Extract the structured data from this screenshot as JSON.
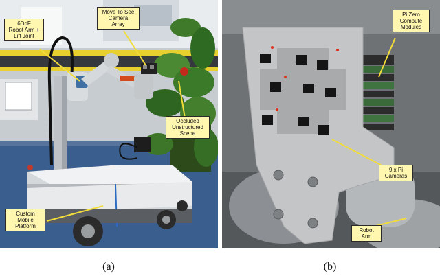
{
  "panel_a": {
    "callouts": {
      "arm": "6DoF\nRobot Arm +\nLift Joint",
      "move": "Move To See\nCamera\nArray",
      "scene": "Occluded\nUnstructured\nScene",
      "platform": "Custom\nMobile\nPlatform"
    },
    "caption": "(a)"
  },
  "panel_b": {
    "callouts": {
      "pi_zero": "Pi Zero\nCompute\nModules",
      "cameras": "9 x Pi\nCameras",
      "robot_arm": "Robot\nArm"
    },
    "caption": "(b)"
  },
  "colors": {
    "callout_fill": "#fff6b0",
    "callout_border": "#2a2a2a",
    "pointer_line": "#f2dc3a"
  }
}
